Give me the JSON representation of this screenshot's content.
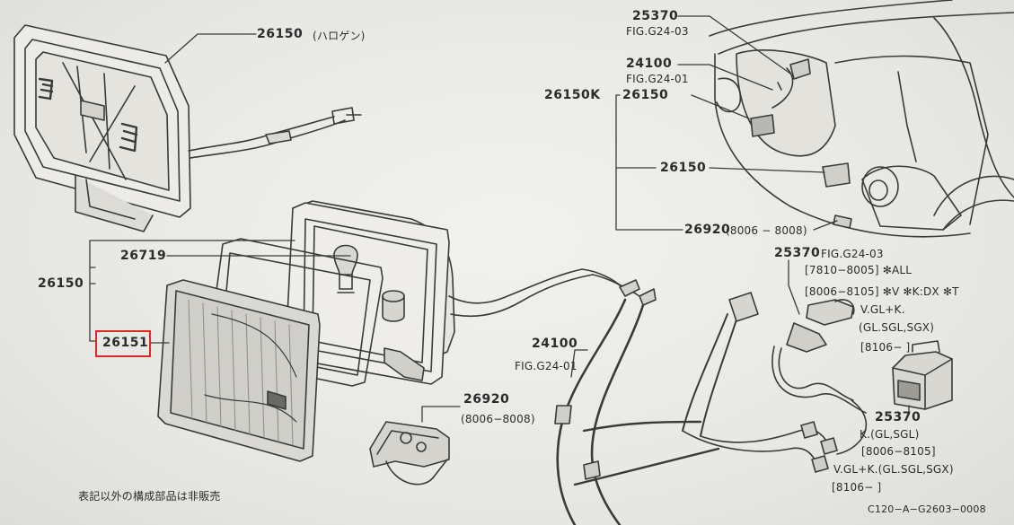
{
  "diagram": {
    "top_lamp": {
      "part": "26150",
      "note": "(ハロゲン)"
    },
    "assembly_part": "26150",
    "bulb_part": "26719",
    "lens_part": "26151",
    "harness": {
      "part": "24100",
      "fig": "FIG.G24-01"
    },
    "bracket": {
      "part": "26920",
      "range": "(8006−8008)"
    },
    "car": {
      "switch_top": {
        "part": "25370",
        "fig": "FIG.G24-03"
      },
      "harness_top": {
        "part": "24100",
        "fig": "FIG.G24-01"
      },
      "kit_prefix": "26150K",
      "kit_part": "26150",
      "lamp_part": "26150",
      "bracket": {
        "part": "26920",
        "range": "(8006 − 8008)"
      }
    },
    "switch_a": {
      "part": "25370",
      "fig": "FIG.G24-03",
      "lines": [
        "[7810−8005] ✻ALL",
        "[8006−8105] ✻V ✻K:DX ✻T",
        "V.GL+K.",
        "(GL.SGL,SGX)",
        "[8106−     ]"
      ]
    },
    "switch_b": {
      "part": "25370",
      "lines": [
        "K.(GL,SGL)",
        "[8006−8105]",
        "V.GL+K.(GL.SGL,SGX)",
        "[8106−     ]"
      ]
    },
    "footnote": "表記以外の構成部品は非販売",
    "code": "C120−A−G2603−0008",
    "highlight_part": "26151"
  }
}
